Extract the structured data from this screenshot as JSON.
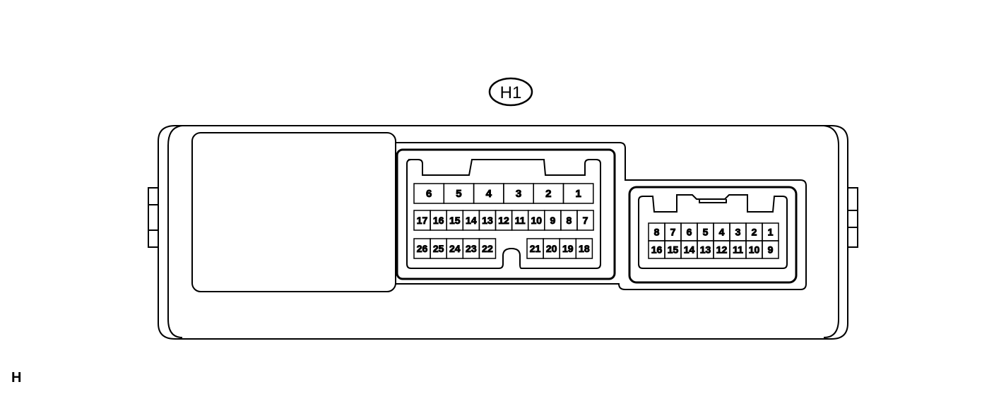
{
  "diagram": {
    "connector_id": "H1",
    "corner_label": "H",
    "line_color": "#000000",
    "background_color": "#ffffff"
  },
  "left_connector": {
    "row_top": [
      "6",
      "5",
      "4",
      "3",
      "2",
      "1"
    ],
    "row_middle": [
      "17",
      "16",
      "15",
      "14",
      "13",
      "12",
      "11",
      "10",
      "9",
      "8",
      "7"
    ],
    "row_bottom_left": [
      "26",
      "25",
      "24",
      "23",
      "22"
    ],
    "row_bottom_right": [
      "21",
      "20",
      "19",
      "18"
    ]
  },
  "right_connector": {
    "row_top": [
      "8",
      "7",
      "6",
      "5",
      "4",
      "3",
      "2",
      "1"
    ],
    "row_bottom": [
      "16",
      "15",
      "14",
      "13",
      "12",
      "11",
      "10",
      "9"
    ]
  }
}
